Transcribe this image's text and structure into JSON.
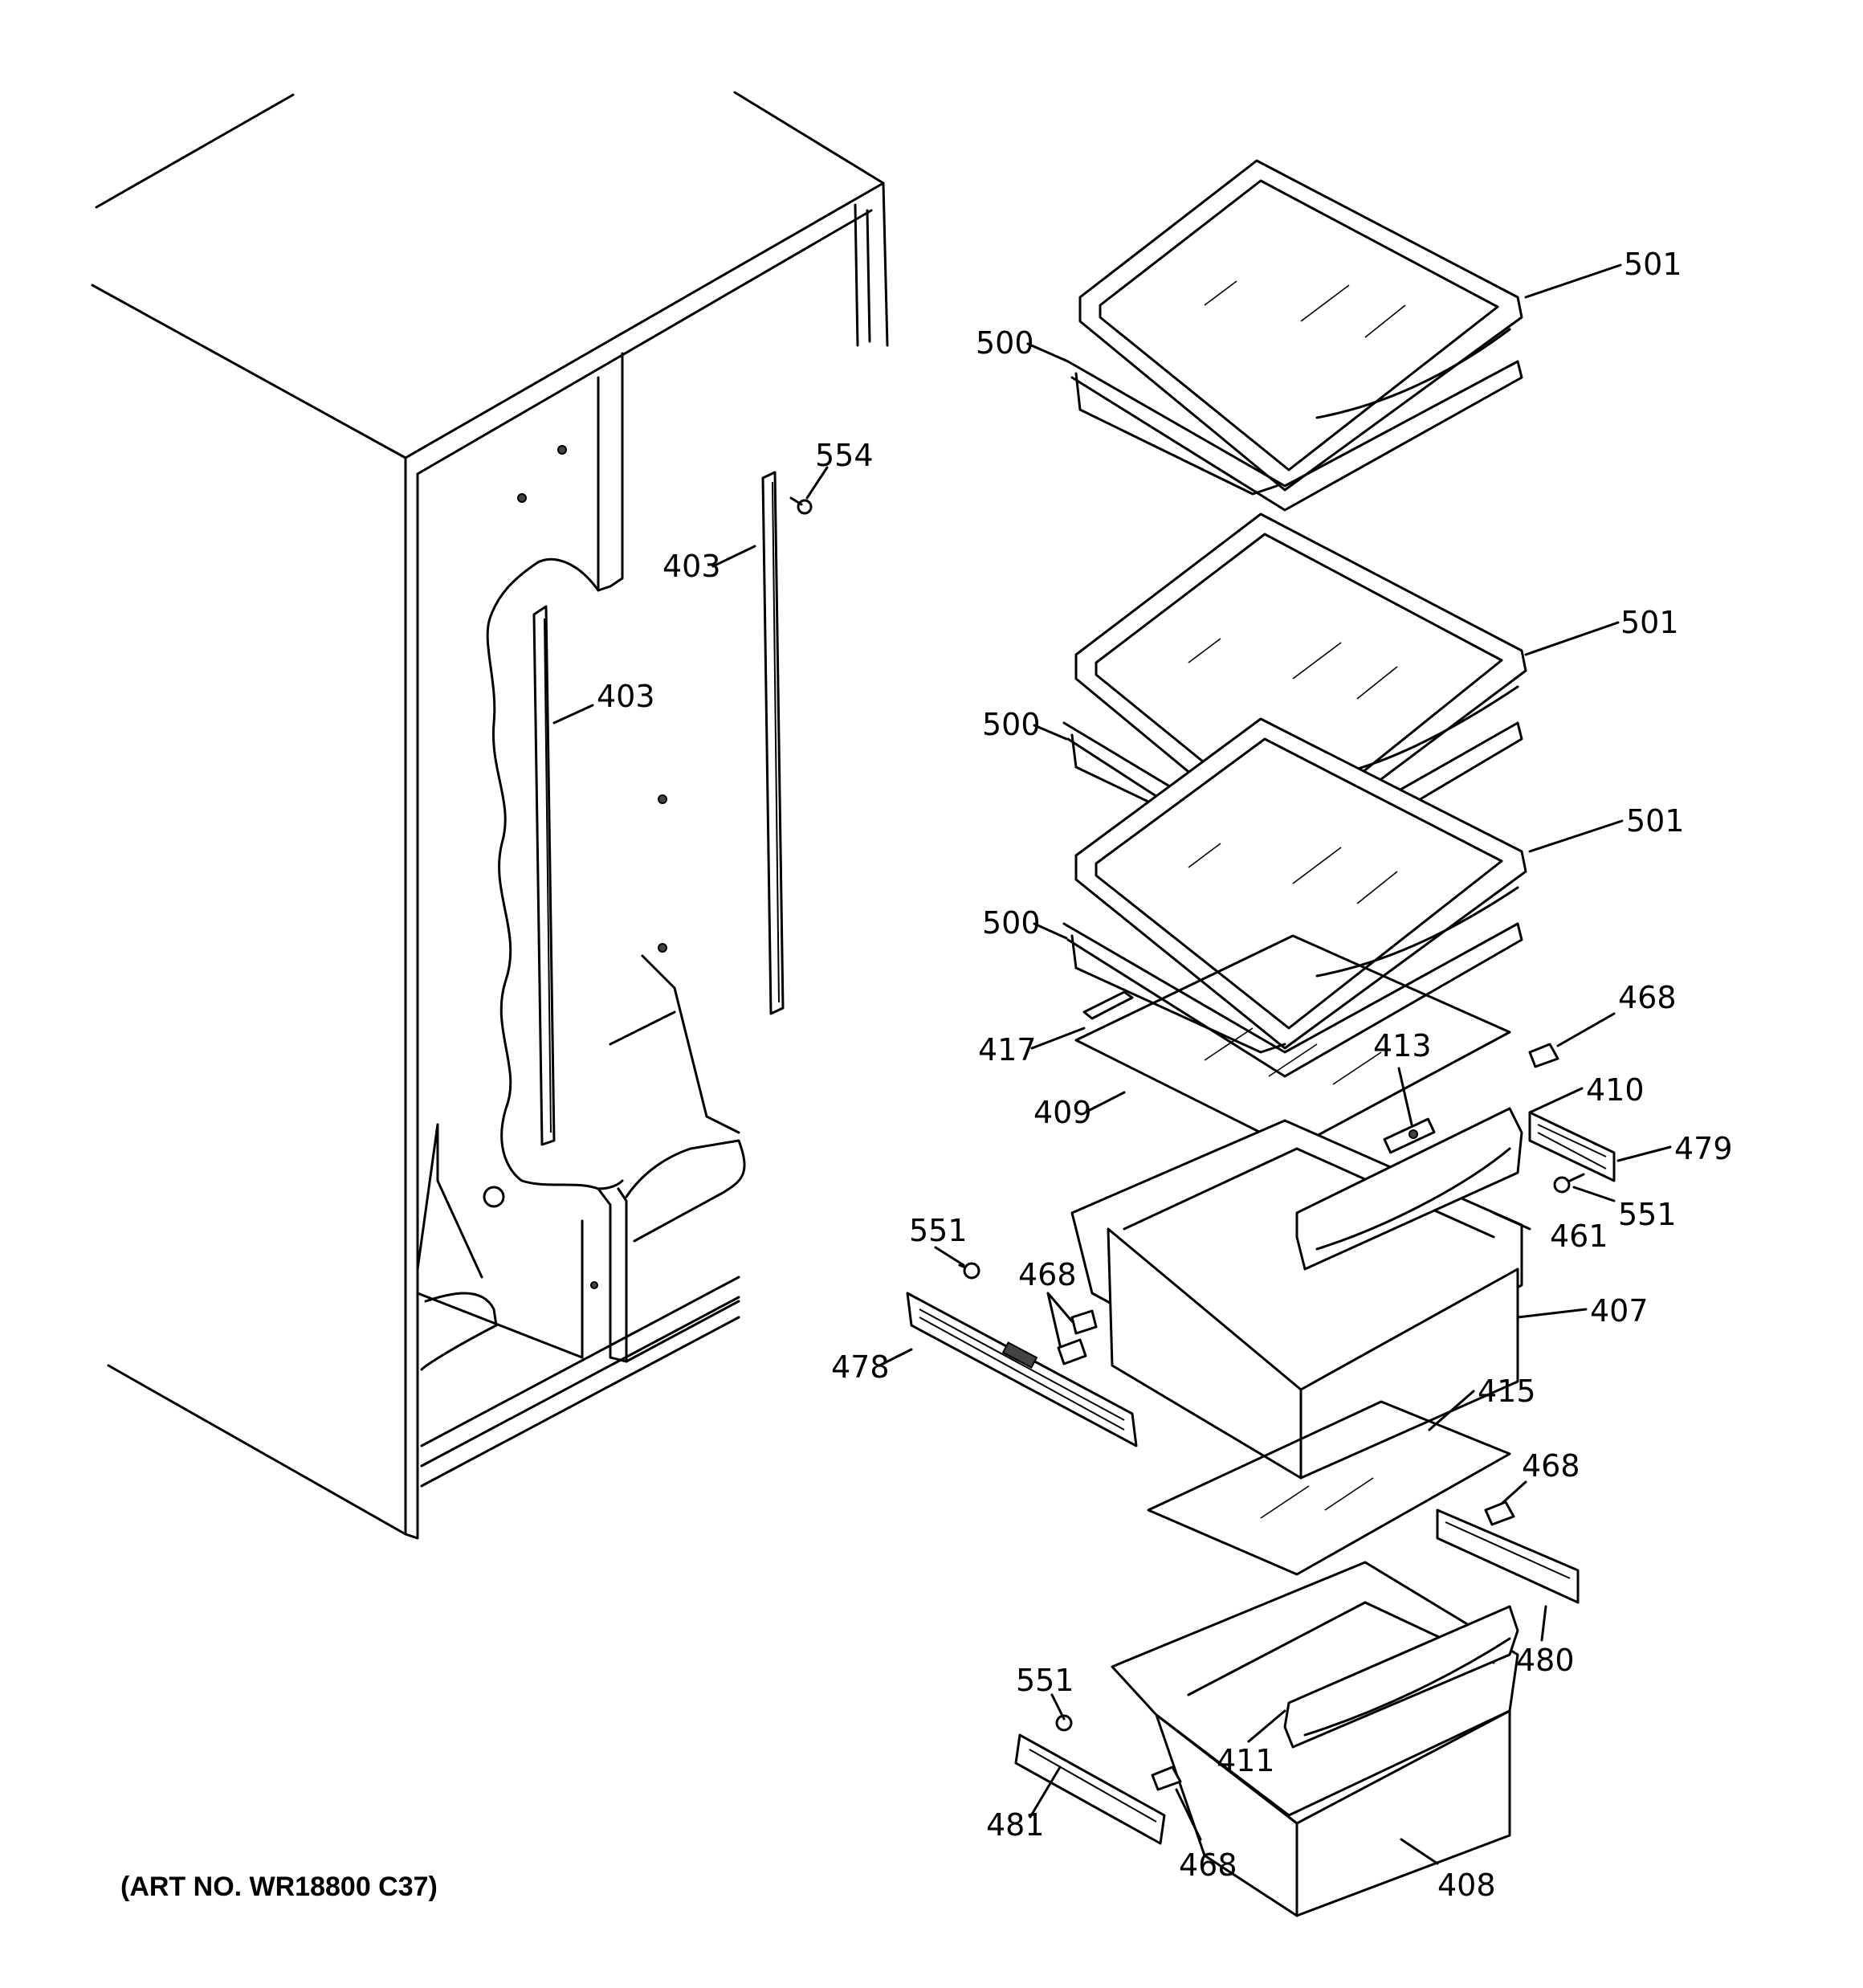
{
  "art_number": "(ART NO. WR18800 C37)",
  "callouts": [
    {
      "id": "c501a",
      "label": "501"
    },
    {
      "id": "c500a",
      "label": "500"
    },
    {
      "id": "c554",
      "label": "554"
    },
    {
      "id": "c403a",
      "label": "403"
    },
    {
      "id": "c403b",
      "label": "403"
    },
    {
      "id": "c501b",
      "label": "501"
    },
    {
      "id": "c500b",
      "label": "500"
    },
    {
      "id": "c501c",
      "label": "501"
    },
    {
      "id": "c500c",
      "label": "500"
    },
    {
      "id": "c468a",
      "label": "468"
    },
    {
      "id": "c417",
      "label": "417"
    },
    {
      "id": "c413",
      "label": "413"
    },
    {
      "id": "c410",
      "label": "410"
    },
    {
      "id": "c409",
      "label": "409"
    },
    {
      "id": "c479",
      "label": "479"
    },
    {
      "id": "c551a",
      "label": "551"
    },
    {
      "id": "c461",
      "label": "461"
    },
    {
      "id": "c551b",
      "label": "551"
    },
    {
      "id": "c468b",
      "label": "468"
    },
    {
      "id": "c407",
      "label": "407"
    },
    {
      "id": "c478",
      "label": "478"
    },
    {
      "id": "c415",
      "label": "415"
    },
    {
      "id": "c468c",
      "label": "468"
    },
    {
      "id": "c480",
      "label": "480"
    },
    {
      "id": "c551c",
      "label": "551"
    },
    {
      "id": "c411",
      "label": "411"
    },
    {
      "id": "c481",
      "label": "481"
    },
    {
      "id": "c468d",
      "label": "468"
    },
    {
      "id": "c408",
      "label": "408"
    }
  ]
}
